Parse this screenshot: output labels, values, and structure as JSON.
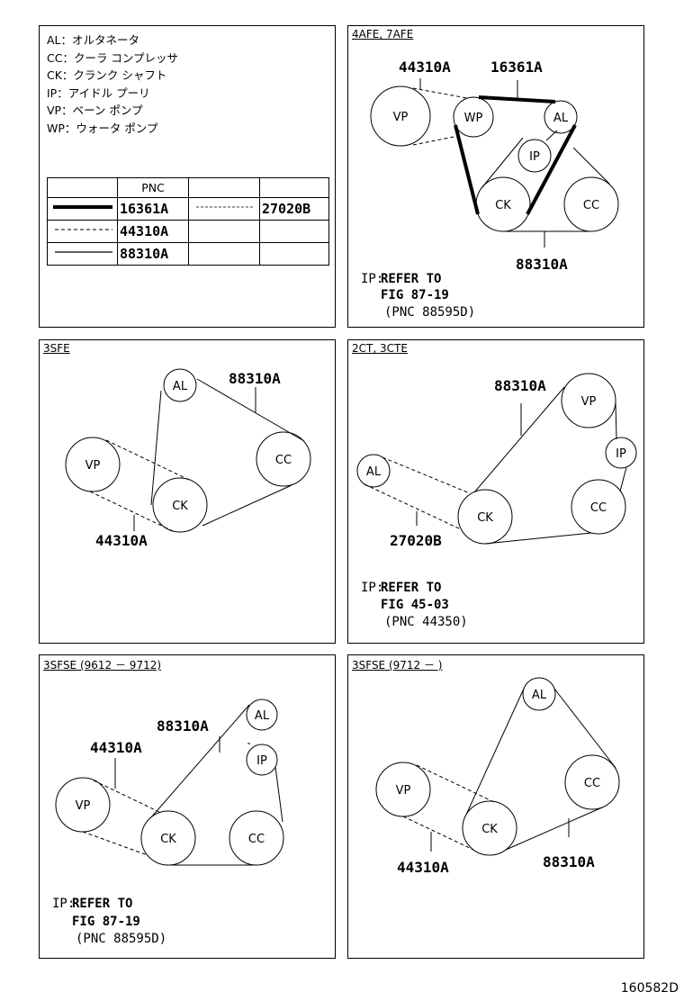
{
  "legend": {
    "items": [
      "AL：オルタネータ",
      "CC：クーラ コンプレッサ",
      "CK：クランク シャフト",
      "IP：アイドル プーリ",
      "VP：ベーン ポンプ",
      "WP：ウォータ ポンプ"
    ],
    "pnc_header": "PNC",
    "pnc_thick": "16361A",
    "pnc_dashed": "44310A",
    "pnc_thin": "88310A",
    "pnc_dashed_thin": "27020B"
  },
  "panel_4afe": {
    "tag": "4AFE, 7AFE",
    "labels": {
      "vp": "VP",
      "wp": "WP",
      "al": "AL",
      "ip": "IP",
      "ck": "CK",
      "cc": "CC"
    },
    "parts": {
      "dashed": "44310A",
      "thick": "16361A",
      "thin": "88310A"
    },
    "note": {
      "ref": "IP:",
      "line1": "REFER TO",
      "line2": "FIG 87-19",
      "line3": "(PNC 88595D)"
    }
  },
  "panel_3sfe": {
    "tag": "3SFE",
    "labels": {
      "al": "AL",
      "vp": "VP",
      "ck": "CK",
      "cc": "CC"
    },
    "parts": {
      "thin": "88310A",
      "dashed": "44310A"
    }
  },
  "panel_2ct": {
    "tag": "2CT, 3CTE",
    "labels": {
      "vp": "VP",
      "ip": "IP",
      "al": "AL",
      "ck": "CK",
      "cc": "CC"
    },
    "parts": {
      "thin": "88310A",
      "dashed": "27020B"
    },
    "note": {
      "ref": "IP:",
      "line1": "REFER TO",
      "line2": "FIG 45-03",
      "line3": "(PNC 44350)"
    }
  },
  "panel_3sfse_a": {
    "tag": "3SFSE (9612 － 9712)",
    "labels": {
      "al": "AL",
      "ip": "IP",
      "vp": "VP",
      "ck": "CK",
      "cc": "CC"
    },
    "parts": {
      "thin": "88310A",
      "dashed": "44310A"
    },
    "note": {
      "ref": "IP:",
      "line1": "REFER TO",
      "line2": "FIG 87-19",
      "line3": "(PNC 88595D)"
    }
  },
  "panel_3sfse_b": {
    "tag": "3SFSE (9712 －        )",
    "labels": {
      "al": "AL",
      "vp": "VP",
      "cc": "CC",
      "ck": "CK"
    },
    "parts": {
      "dashed": "44310A",
      "thin": "88310A"
    }
  },
  "footer": "160582D"
}
